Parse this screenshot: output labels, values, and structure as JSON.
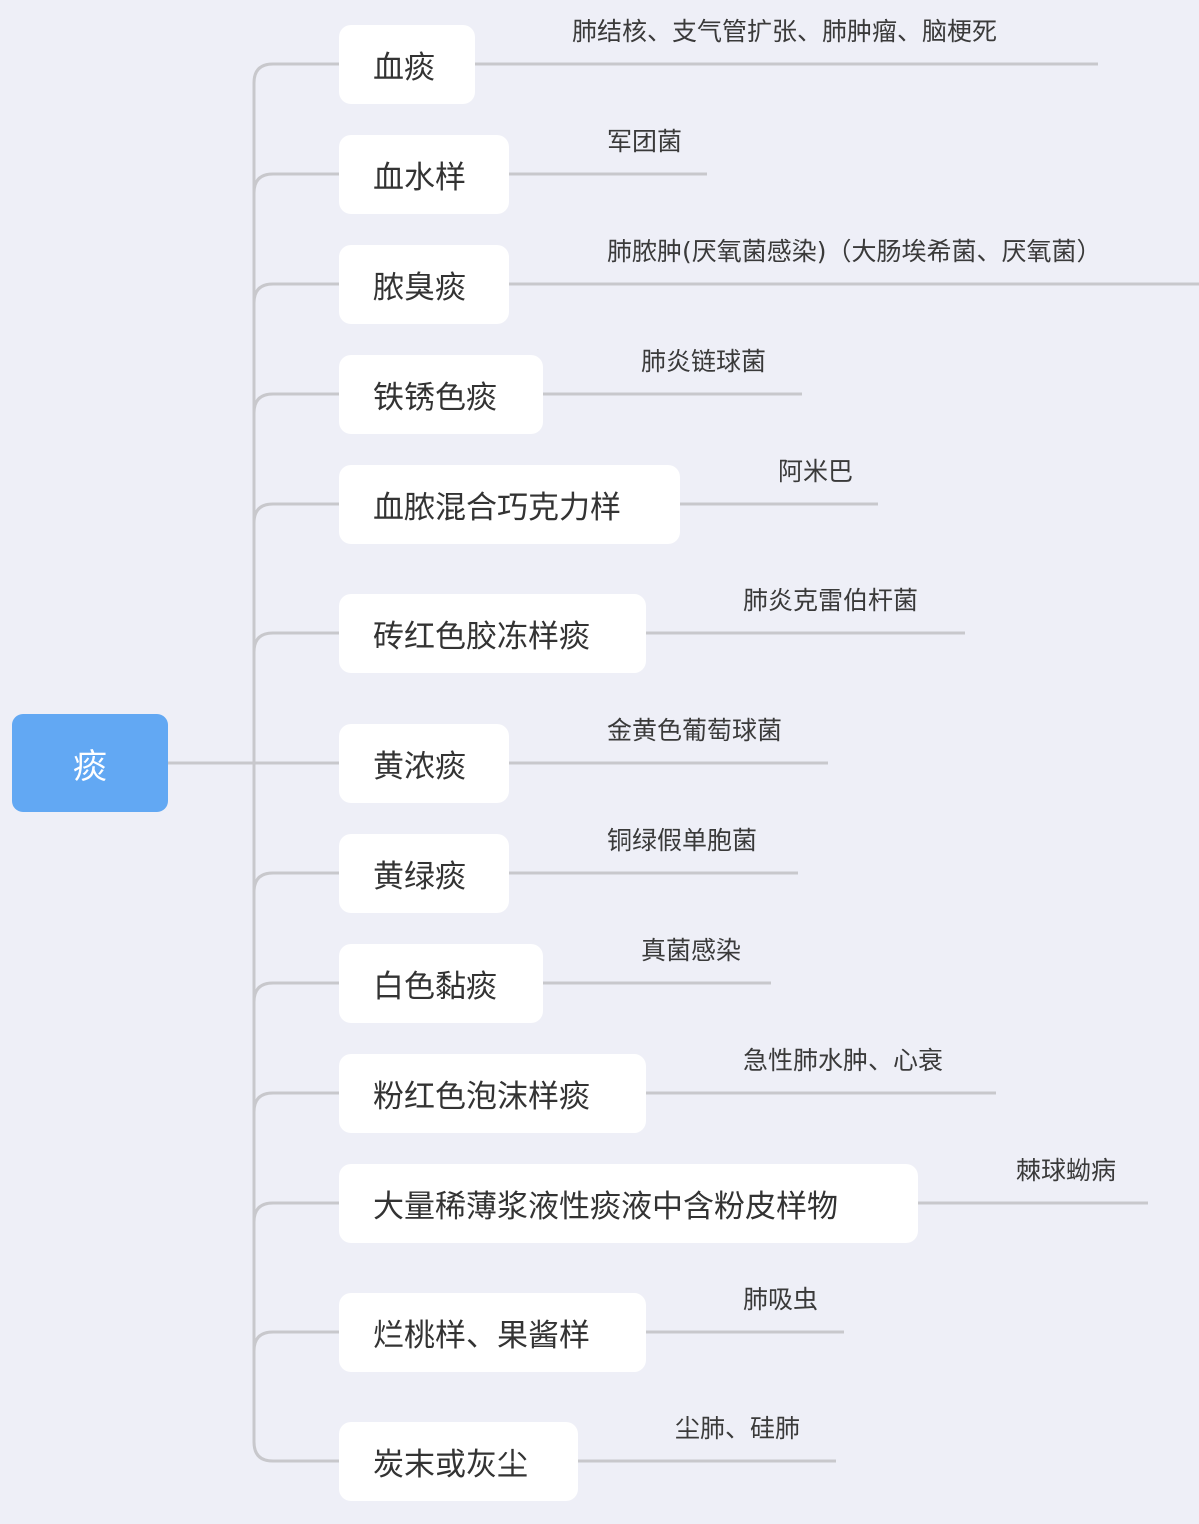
{
  "root": {
    "label": "痰",
    "color": "#62a8f3"
  },
  "branches": [
    {
      "label": "血痰",
      "detail": "肺结核、支气管扩张、肺肿瘤、脑梗死"
    },
    {
      "label": "血水样",
      "detail": "军团菌"
    },
    {
      "label": "脓臭痰",
      "detail": "肺脓肿(厌氧菌感染)（大肠埃希菌、厌氧菌）"
    },
    {
      "label": "铁锈色痰",
      "detail": "肺炎链球菌"
    },
    {
      "label": "血脓混合巧克力样",
      "detail": "阿米巴"
    },
    {
      "label": "砖红色胶冻样痰",
      "detail": "肺炎克雷伯杆菌"
    },
    {
      "label": "黄浓痰",
      "detail": "金黄色葡萄球菌"
    },
    {
      "label": "黄绿痰",
      "detail": "铜绿假单胞菌"
    },
    {
      "label": "白色黏痰",
      "detail": "真菌感染"
    },
    {
      "label": "粉红色泡沫样痰",
      "detail": "急性肺水肿、心衰"
    },
    {
      "label": "大量稀薄浆液性痰液中含粉皮样物",
      "detail": "棘球蚴病"
    },
    {
      "label": "烂桃样、果酱样",
      "detail": "肺吸虫"
    },
    {
      "label": "炭末或灰尘",
      "detail": "尘肺、硅肺"
    }
  ],
  "colors": {
    "background": "#eeeff7",
    "connector": "#c8c8cc",
    "node_bg": "#ffffff"
  }
}
